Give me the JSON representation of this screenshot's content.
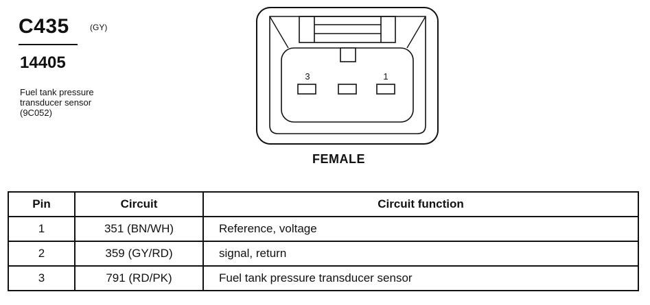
{
  "header": {
    "connector_id": "C435",
    "connector_color": "(GY)",
    "part_number": "14405",
    "description_lines": [
      "Fuel tank pressure",
      "transducer sensor",
      "(9C052)"
    ]
  },
  "diagram": {
    "pin_labels": [
      "3",
      "1"
    ],
    "gender_label": "FEMALE"
  },
  "table": {
    "headers": [
      "Pin",
      "Circuit",
      "Circuit function"
    ],
    "rows": [
      {
        "pin": "1",
        "circuit": "351 (BN/WH)",
        "function": "Reference, voltage"
      },
      {
        "pin": "2",
        "circuit": "359 (GY/RD)",
        "function": "signal, return"
      },
      {
        "pin": "3",
        "circuit": "791 (RD/PK)",
        "function": "Fuel tank pressure transducer sensor"
      }
    ]
  }
}
